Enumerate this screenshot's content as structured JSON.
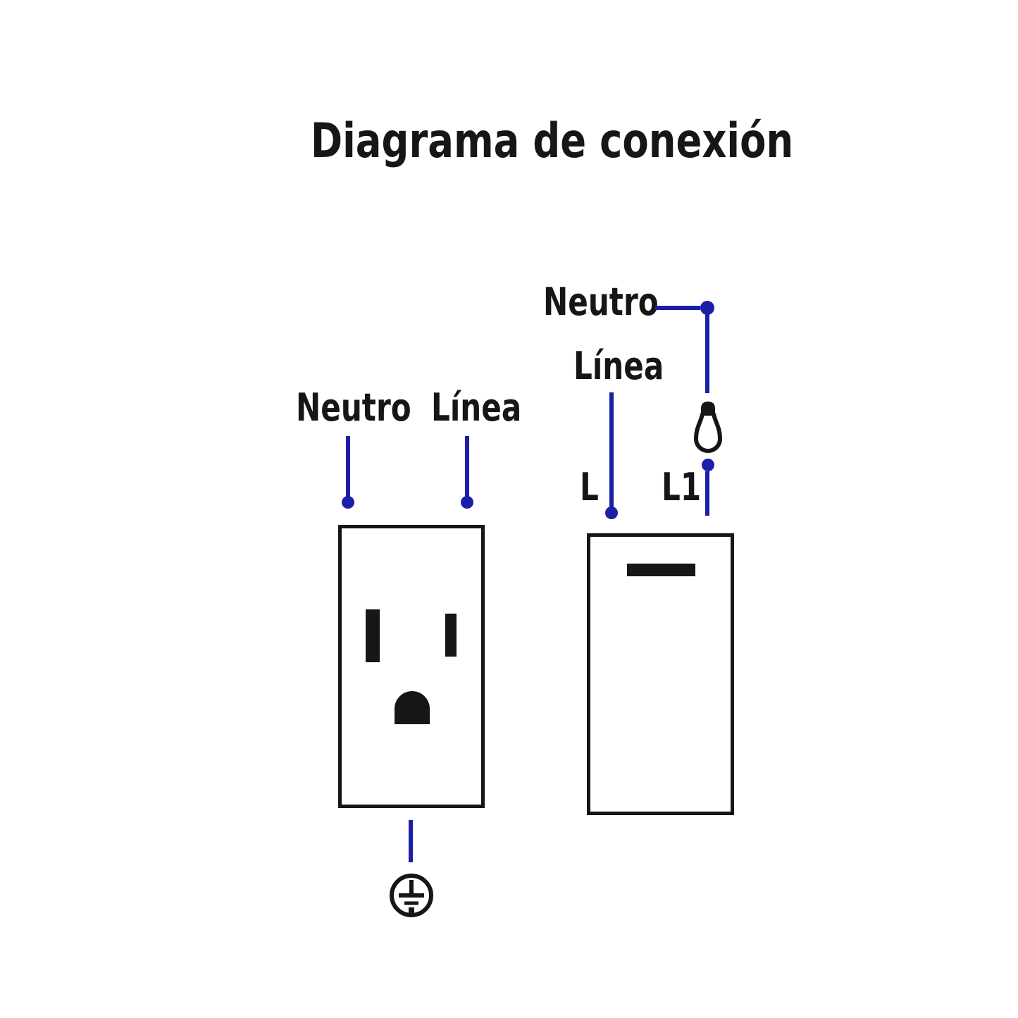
{
  "title": "Diagrama de conexión",
  "colors": {
    "ink": "#161616",
    "wire": "#1b1fa8",
    "background": "#ffffff"
  },
  "receptacle": {
    "neutral_label": "Neutro",
    "line_label": "Línea",
    "ground_icon": "ground-symbol"
  },
  "switch": {
    "neutral_label": "Neutro",
    "line_label": "Línea",
    "l_terminal_label": "L",
    "l1_terminal_label": "L1",
    "lamp_icon": "light-bulb"
  }
}
